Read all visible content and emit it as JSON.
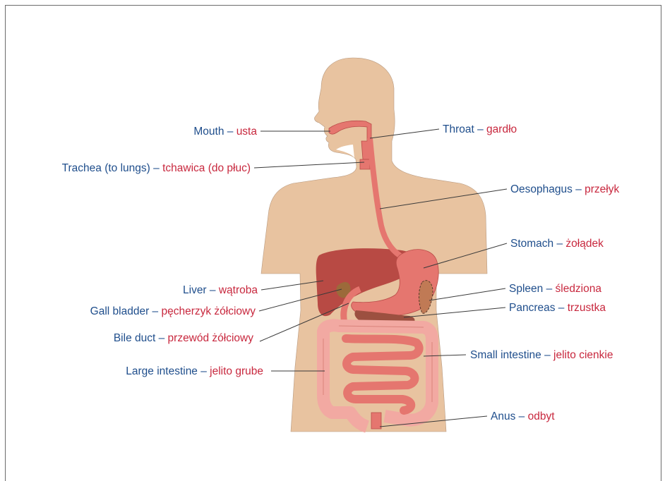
{
  "colors": {
    "english_text": "#1f4e8c",
    "polish_text": "#c8283e",
    "skin": "#e8c3a0",
    "liver": "#b84a44",
    "digestive_tract": "#e5766f",
    "intestine": "#f2a9a2",
    "pancreas": "#9c5040"
  },
  "labels": {
    "mouth": {
      "en": "Mouth",
      "sep": " – ",
      "pl": "usta"
    },
    "trachea": {
      "en": "Trachea (to lungs)",
      "sep": " – ",
      "pl": "tchawica (do płuc)"
    },
    "liver": {
      "en": "Liver",
      "sep": " – ",
      "pl": "wątroba"
    },
    "gall_bladder": {
      "en": "Gall bladder",
      "sep": " – ",
      "pl": "pęcherzyk żółciowy"
    },
    "bile_duct": {
      "en": "Bile duct",
      "sep": " – ",
      "pl": "przewód żółciowy"
    },
    "large_intestine": {
      "en": "Large intestine",
      "sep": " – ",
      "pl": "jelito grube"
    },
    "throat": {
      "en": "Throat",
      "sep": " – ",
      "pl": "gardło"
    },
    "oesophagus": {
      "en": "Oesophagus",
      "sep": " – ",
      "pl": "przełyk"
    },
    "stomach": {
      "en": "Stomach",
      "sep": " – ",
      "pl": "żołądek"
    },
    "spleen": {
      "en": "Spleen",
      "sep": " – ",
      "pl": "śledziona"
    },
    "pancreas": {
      "en": "Pancreas",
      "sep": " – ",
      "pl": "trzustka"
    },
    "small_intestine": {
      "en": "Small intestine",
      "sep": " – ",
      "pl": "jelito cienkie"
    },
    "anus": {
      "en": "Anus",
      "sep": " – ",
      "pl": "odbyt"
    }
  }
}
